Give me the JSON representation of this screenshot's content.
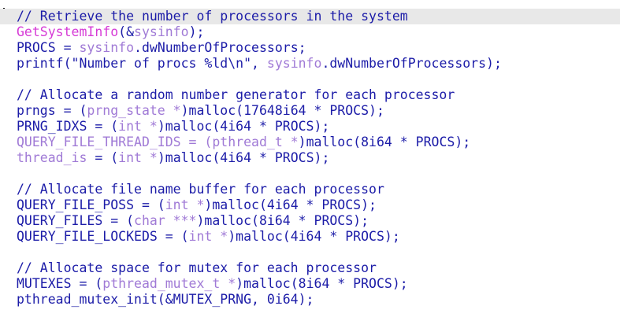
{
  "editor": {
    "colors": {
      "plain": "#1c1ca8",
      "comment": "#1c1ca8",
      "function_name": "#d63ad6",
      "identifier": "#a07ad6",
      "current_line_bg": "#e8e8e8"
    },
    "lines": [
      {
        "tokens": [
          {
            "t": "// Retrieve the number of processors in the system",
            "k": "comment"
          }
        ]
      },
      {
        "tokens": [
          {
            "t": "GetSystemInfo",
            "k": "function_name"
          },
          {
            "t": "(&",
            "k": "plain"
          },
          {
            "t": "sysinfo",
            "k": "identifier"
          },
          {
            "t": ");",
            "k": "plain"
          }
        ]
      },
      {
        "tokens": [
          {
            "t": "PROCS = ",
            "k": "plain"
          },
          {
            "t": "sysinfo",
            "k": "identifier"
          },
          {
            "t": ".dwNumberOfProcessors;",
            "k": "plain"
          }
        ]
      },
      {
        "tokens": [
          {
            "t": "printf(\"Number of procs %ld\\n\", ",
            "k": "plain"
          },
          {
            "t": "sysinfo",
            "k": "identifier"
          },
          {
            "t": ".dwNumberOfProcessors);",
            "k": "plain"
          }
        ]
      },
      {
        "tokens": []
      },
      {
        "tokens": [
          {
            "t": "// Allocate a random number generator for each processor",
            "k": "comment"
          }
        ]
      },
      {
        "tokens": [
          {
            "t": "prngs = (",
            "k": "plain"
          },
          {
            "t": "prng_state *",
            "k": "identifier"
          },
          {
            "t": ")malloc(17648i64 * PROCS);",
            "k": "plain"
          }
        ]
      },
      {
        "tokens": [
          {
            "t": "PRNG_IDXS = (",
            "k": "plain"
          },
          {
            "t": "int *",
            "k": "identifier"
          },
          {
            "t": ")malloc(4i64 * PROCS);",
            "k": "plain"
          }
        ]
      },
      {
        "tokens": [
          {
            "t": "QUERY_FILE_THREAD_IDS = (",
            "k": "identifier"
          },
          {
            "t": "pthread_t *",
            "k": "identifier"
          },
          {
            "t": ")malloc(8i64 * PROCS);",
            "k": "plain"
          }
        ]
      },
      {
        "tokens": [
          {
            "t": "thread_is",
            "k": "identifier"
          },
          {
            "t": " = (",
            "k": "plain"
          },
          {
            "t": "int *",
            "k": "identifier"
          },
          {
            "t": ")malloc(4i64 * PROCS);",
            "k": "plain"
          }
        ]
      },
      {
        "tokens": []
      },
      {
        "tokens": [
          {
            "t": "// Allocate file name buffer for each processor",
            "k": "comment"
          }
        ]
      },
      {
        "tokens": [
          {
            "t": "QUERY_FILE_POSS = (",
            "k": "plain"
          },
          {
            "t": "int *",
            "k": "identifier"
          },
          {
            "t": ")malloc(4i64 * PROCS);",
            "k": "plain"
          }
        ]
      },
      {
        "tokens": [
          {
            "t": "QUERY_FILES = (",
            "k": "plain"
          },
          {
            "t": "char ***",
            "k": "identifier"
          },
          {
            "t": ")malloc(8i64 * PROCS);",
            "k": "plain"
          }
        ]
      },
      {
        "tokens": [
          {
            "t": "QUERY_FILE_LOCKEDS = (",
            "k": "plain"
          },
          {
            "t": "int *",
            "k": "identifier"
          },
          {
            "t": ")malloc(4i64 * PROCS);",
            "k": "plain"
          }
        ]
      },
      {
        "tokens": []
      },
      {
        "tokens": [
          {
            "t": "// Allocate space for mutex for each processor",
            "k": "comment"
          }
        ]
      },
      {
        "tokens": [
          {
            "t": "MUTEXES = (",
            "k": "plain"
          },
          {
            "t": "pthread_mutex_t *",
            "k": "identifier"
          },
          {
            "t": ")malloc(8i64 * PROCS);",
            "k": "plain"
          }
        ]
      },
      {
        "tokens": [
          {
            "t": "pthread_mutex_init(&MUTEX_PRNG, 0i64);",
            "k": "plain"
          }
        ]
      }
    ]
  }
}
